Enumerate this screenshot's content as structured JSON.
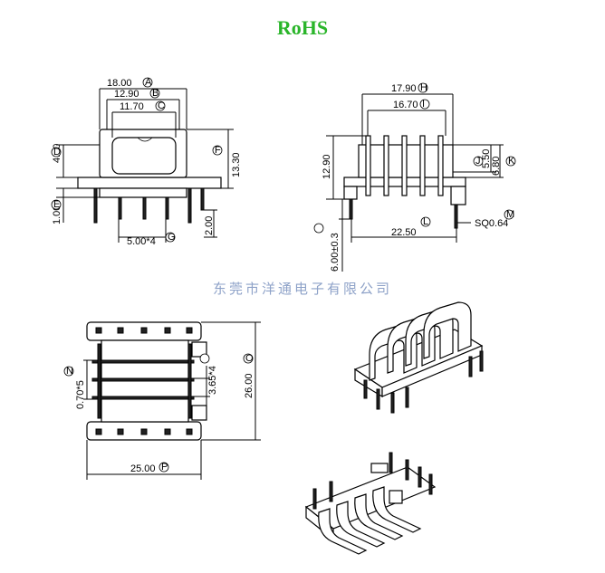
{
  "header": {
    "title": "RoHS"
  },
  "watermark": "东莞市洋通电子有限公司",
  "front_view": {
    "dims": {
      "width_a": "18.00",
      "width_b": "12.90",
      "width_c": "11.70",
      "height_top": "4.00",
      "height_total": "13.30",
      "pin_offset": "1.00",
      "pin_len": "2.00",
      "pin_pitch": "5.00*4"
    },
    "markers": {
      "a": "A",
      "b": "B",
      "c": "C",
      "d": "D",
      "e": "E",
      "f": "F",
      "g": "G"
    }
  },
  "side_view": {
    "dims": {
      "width_a": "17.90",
      "width_b": "16.70",
      "height": "12.90",
      "h1": "5.50",
      "h2": "6.80",
      "span": "22.50",
      "pin": "SQ0.64",
      "pin_len": "6.00±0.3"
    },
    "markers": {
      "h": "H",
      "i": "I",
      "j": "J",
      "k": "K",
      "l": "L",
      "m": "M"
    }
  },
  "bottom_view": {
    "dims": {
      "gap": "0.70*5",
      "pitch": "3.65*4",
      "height": "26.00",
      "width": "25.00"
    },
    "markers": {
      "n": "N",
      "o": "O",
      "p": "P"
    }
  }
}
